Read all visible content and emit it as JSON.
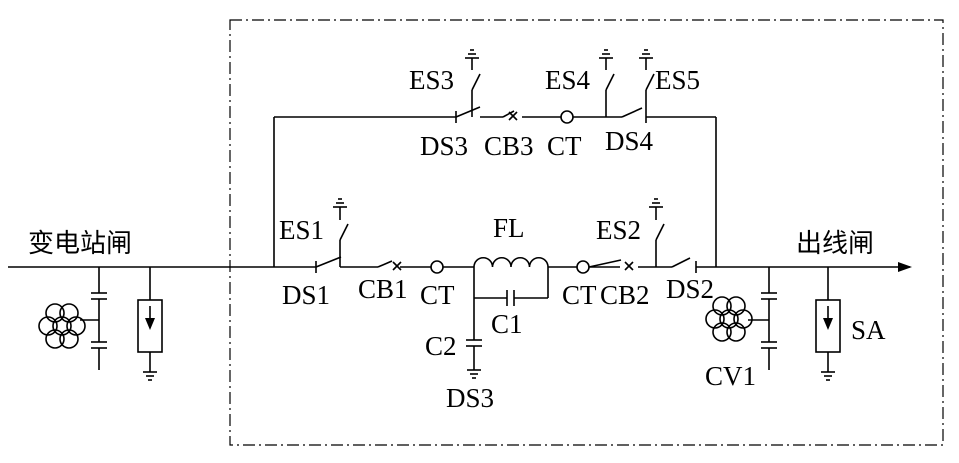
{
  "labels": {
    "left_station": "变电站闸",
    "right_station": "出线闸",
    "es3": "ES3",
    "es4": "ES4",
    "es5": "ES5",
    "ds3_top": "DS3",
    "cb3": "CB3",
    "ct_top": "CT",
    "ds4": "DS4",
    "es1": "ES1",
    "fl": "FL",
    "es2": "ES2",
    "ds1": "DS1",
    "cb1": "CB1",
    "ct_left": "CT",
    "c1": "C1",
    "ct_right": "CT",
    "cb2": "CB2",
    "ds2": "DS2",
    "c2": "C2",
    "ds3_bottom": "DS3",
    "sa": "SA",
    "cv1": "CV1"
  },
  "colors": {
    "line": "#000000",
    "background": "#ffffff"
  }
}
